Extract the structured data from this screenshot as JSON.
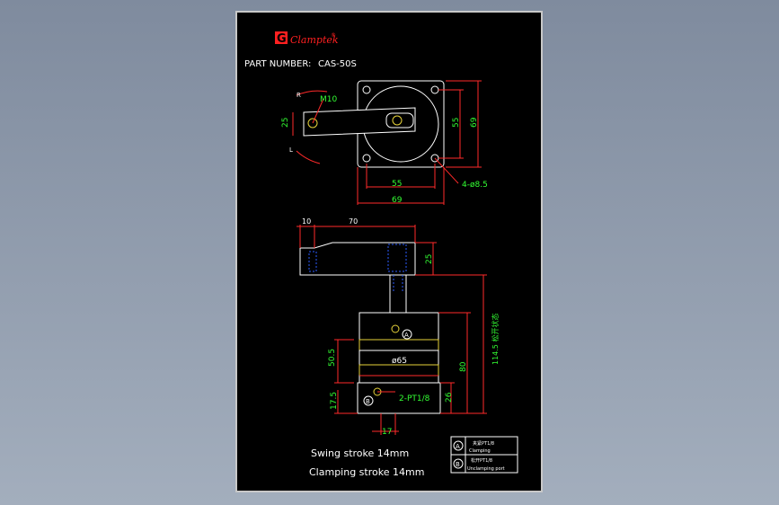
{
  "brand": {
    "logo_letter": "G",
    "name": "Clamptek",
    "registered": "®"
  },
  "part_number_label": "PART NUMBER:",
  "part_number": "CAS-50S",
  "top_view": {
    "rotation_r": "R",
    "rotation_l": "L",
    "thread": "M10",
    "dim_arm_width": "25",
    "dim_bolt_inner": "55",
    "dim_body_inner": "55",
    "dim_body_outer": "69",
    "dim_width_outer": "69",
    "holes": "4-ø8.5"
  },
  "side_view": {
    "dim_offset": "10",
    "dim_arm_length": "70",
    "dim_arm_height": "25",
    "dim_total": "114.5",
    "dim_total_note": "松开状态",
    "dim_body": "80",
    "dim_mid": "50.5",
    "dim_diameter": "ø65",
    "dim_ports": "2-PT1/8",
    "dim_base_right": "26",
    "dim_base_left": "17.5",
    "dim_port_pos": "17",
    "port_a": "A",
    "port_b": "B"
  },
  "notes": {
    "swing": "Swing stroke 14mm",
    "clamping": "Clamping stroke 14mm"
  },
  "legend": [
    {
      "symbol": "A",
      "line1": "夹紧PT1/8",
      "line2": "Clamping"
    },
    {
      "symbol": "B",
      "line1": "松开PT1/8",
      "line2": "Unclamping port"
    }
  ],
  "colors": {
    "line": "#ffffff",
    "dim": "#ff2a2a",
    "dim_text": "#33ff33",
    "hidden": "#2b5cff",
    "brand_red": "#ff2020",
    "band": "#e6d23a",
    "sheet": "#000000",
    "frame": "#c8c8c8"
  }
}
